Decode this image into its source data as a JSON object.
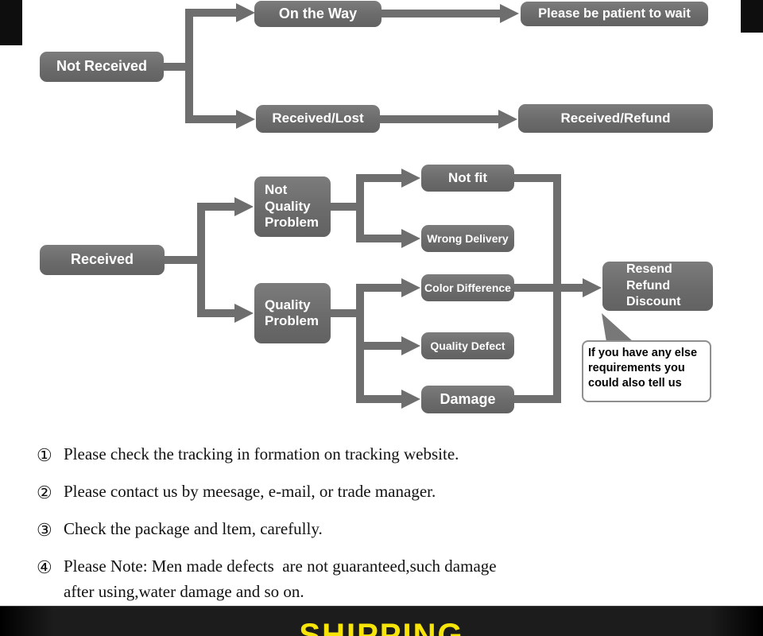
{
  "colors": {
    "node_gray": "#6e6e6e",
    "arrow_gray": "#6e6e6e",
    "footer_bg": "#1c1c1c",
    "footer_accent": "#f7e509"
  },
  "flowchart": {
    "not_received": "Not Received",
    "on_the_way": "On the Way",
    "be_patient": "Please be patient to wait",
    "received_lost": "Received/Lost",
    "received_refund": "Received/Refund",
    "received": "Received",
    "not_quality_problem": "Not\nQuality\nProblem",
    "quality_problem": "Quality\nProblem",
    "not_fit": "Not fit",
    "wrong_delivery": "Wrong Delivery",
    "color_difference": "Color Difference",
    "quality_defect": "Quality Defect",
    "damage": "Damage",
    "resolution": "Resend\nRefund\nDiscount",
    "bubble": "If you have any else\nrequirements you\ncould also tell us"
  },
  "notes": [
    {
      "num": "①",
      "text": "Please check the tracking in formation on tracking website."
    },
    {
      "num": "②",
      "text": "Please contact us by meesage, e-mail, or trade manager."
    },
    {
      "num": "③",
      "text": "Check the package and ltem, carefully."
    },
    {
      "num": "④",
      "text": "Please Note: Men made defects  are not guaranteed,such damage\nafter using,water damage and so on."
    }
  ],
  "footer": {
    "title": "SHIPPING"
  }
}
